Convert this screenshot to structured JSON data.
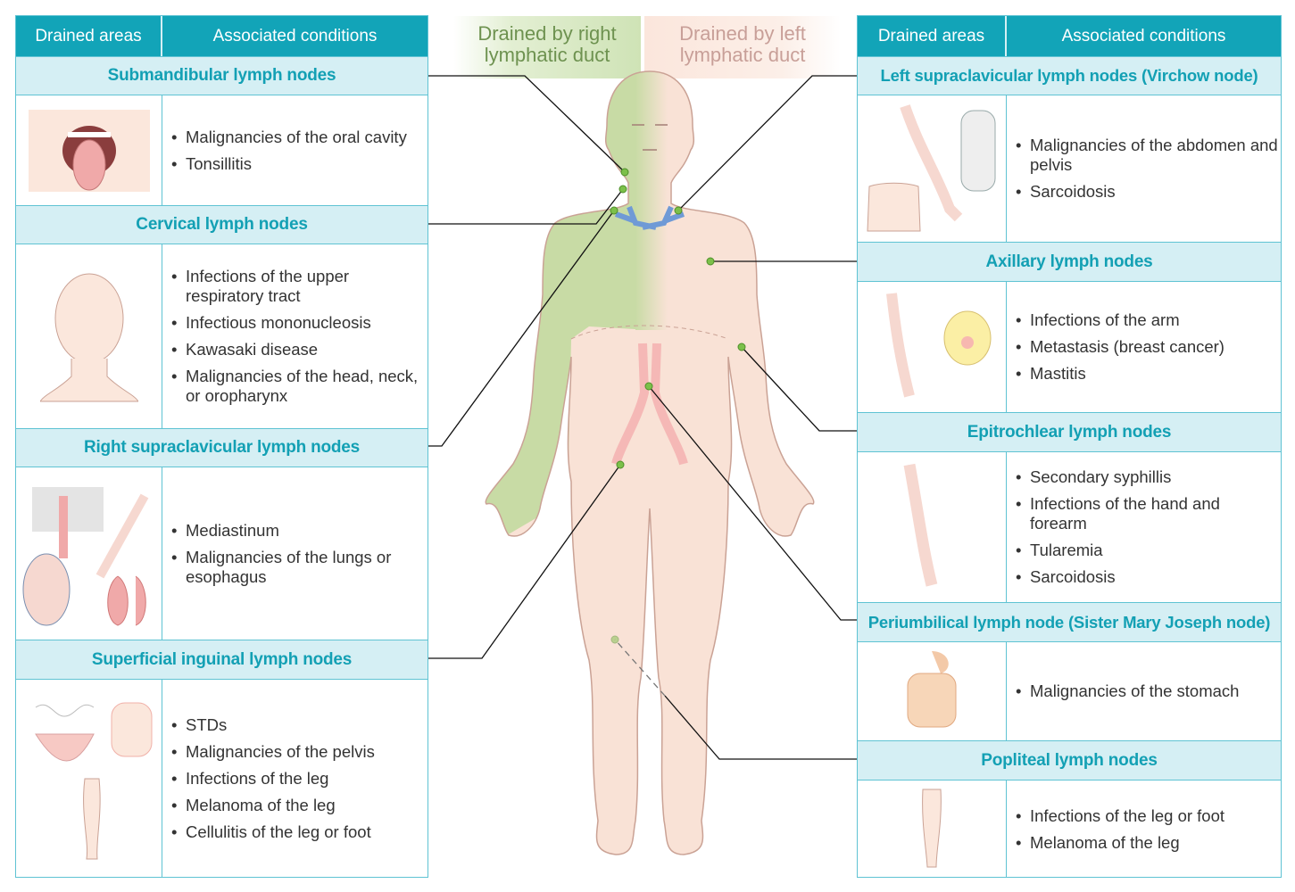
{
  "left_table": {
    "col1": "Drained areas",
    "col2": "Associated conditions",
    "sections": [
      {
        "title": "Submandibular lymph nodes",
        "conditions": [
          "Malignancies of the oral cavity",
          "Tonsillitis"
        ]
      },
      {
        "title": "Cervical lymph nodes",
        "conditions": [
          "Infections of the upper respiratory tract",
          "Infectious mononucleosis",
          "Kawasaki disease",
          "Malignancies of the head, neck, or oropharynx"
        ]
      },
      {
        "title": "Right supraclavicular lymph nodes",
        "conditions": [
          "Mediastinum",
          "Malignancies of the lungs or esophagus"
        ]
      },
      {
        "title": "Superficial inguinal lymph nodes",
        "conditions": [
          "STDs",
          "Malignancies of the pelvis",
          "Infections of the leg",
          "Melanoma of the leg",
          "Cellulitis of the leg or foot"
        ]
      }
    ]
  },
  "right_table": {
    "col1": "Drained areas",
    "col2": "Associated conditions",
    "sections": [
      {
        "title": "Left supraclavicular lymph nodes (Virchow node)",
        "conditions": [
          "Malignancies of the abdomen and pelvis",
          "Sarcoidosis"
        ]
      },
      {
        "title": "Axillary lymph nodes",
        "conditions": [
          "Infections of the arm",
          "Metastasis (breast cancer)",
          "Mastitis"
        ]
      },
      {
        "title": "Epitrochlear lymph nodes",
        "conditions": [
          "Secondary syphillis",
          "Infections of the hand and forearm",
          "Tularemia",
          "Sarcoidosis"
        ]
      },
      {
        "title": "Periumbilical lymph node (Sister Mary Joseph node)",
        "conditions": [
          "Malignancies of the stomach"
        ]
      },
      {
        "title": "Popliteal lymph nodes",
        "conditions": [
          "Infections of the leg or foot",
          "Melanoma of the leg"
        ]
      }
    ]
  },
  "ducts": {
    "right": "Drained by right lymphatic duct",
    "left": "Drained by left lymphatic duct"
  },
  "colors": {
    "header": "#12a4b8",
    "title_bg": "#d5eff4",
    "title_text": "#13a0b4",
    "right_duct": "#c5d9a0",
    "left_duct": "#f9e2d6",
    "node": "#7cc04a"
  }
}
